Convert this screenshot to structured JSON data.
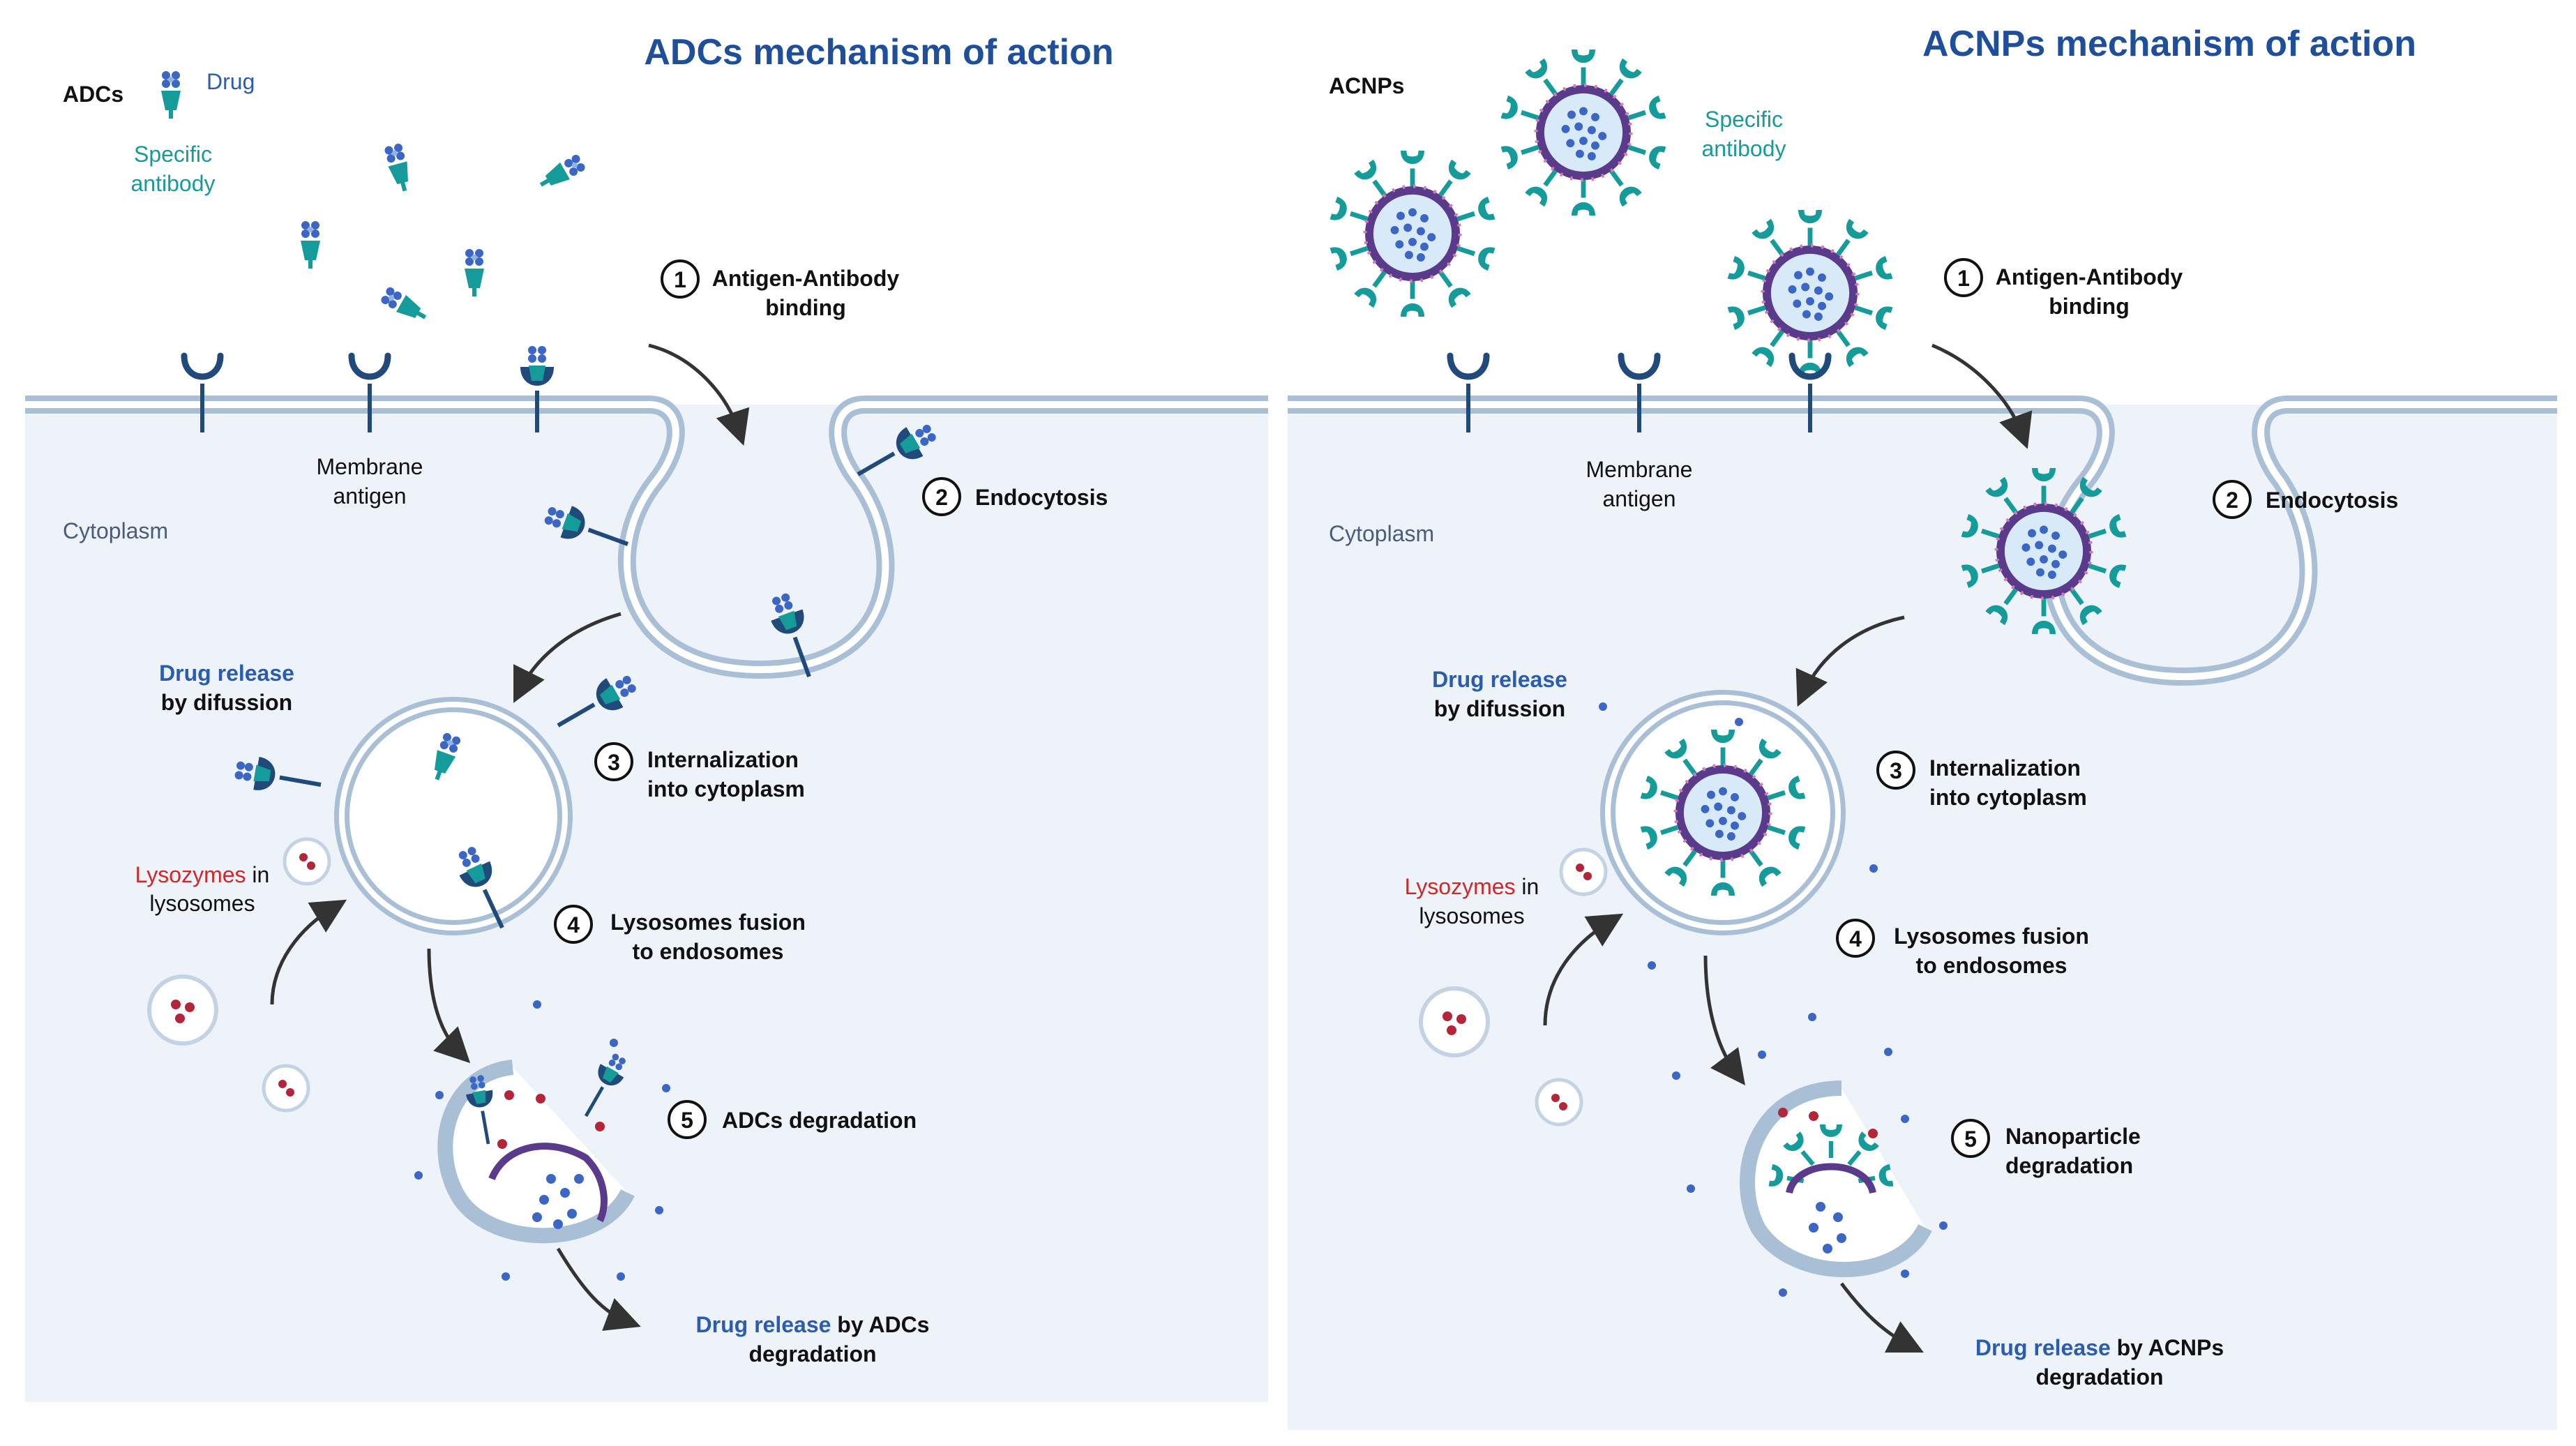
{
  "left": {
    "title": "ADCs mechanism of action",
    "legend_adcs": "ADCs",
    "legend_drug": "Drug",
    "legend_antibody_1": "Specific",
    "legend_antibody_2": "antibody",
    "membrane_1": "Membrane",
    "membrane_2": "antigen",
    "cytoplasm": "Cytoplasm",
    "drug_release_1": "Drug release",
    "drug_release_2": "by difussion",
    "lysozymes_1": "Lysozymes",
    "lysozymes_in": " in",
    "lysozymes_2": "lysosomes",
    "final_1": "Drug release",
    "final_1b": " by ADCs",
    "final_2": "degradation",
    "steps": [
      {
        "num": "1",
        "line1": "Antigen-Antibody",
        "line2": "binding"
      },
      {
        "num": "2",
        "line1": "Endocytosis",
        "line2": ""
      },
      {
        "num": "3",
        "line1": "Internalization",
        "line2": "into cytoplasm"
      },
      {
        "num": "4",
        "line1": "Lysosomes fusion",
        "line2": "to endosomes"
      },
      {
        "num": "5",
        "line1": "ADCs degradation",
        "line2": ""
      }
    ]
  },
  "right": {
    "title": "ACNPs mechanism of action",
    "legend_acnps": "ACNPs",
    "legend_antibody_1": "Specific",
    "legend_antibody_2": "antibody",
    "membrane_1": "Membrane",
    "membrane_2": "antigen",
    "cytoplasm": "Cytoplasm",
    "drug_release_1": "Drug release",
    "drug_release_2": "by difussion",
    "lysozymes_1": "Lysozymes",
    "lysozymes_in": " in",
    "lysozymes_2": "lysosomes",
    "final_1": "Drug release",
    "final_1b": " by ACNPs",
    "final_2": "degradation",
    "steps": [
      {
        "num": "1",
        "line1": "Antigen-Antibody",
        "line2": "binding"
      },
      {
        "num": "2",
        "line1": "Endocytosis",
        "line2": ""
      },
      {
        "num": "3",
        "line1": "Internalization",
        "line2": "into cytoplasm"
      },
      {
        "num": "4",
        "line1": "Lysosomes fusion",
        "line2": "to endosomes"
      },
      {
        "num": "5",
        "line1": "Nanoparticle",
        "line2": "degradation"
      }
    ]
  },
  "colors": {
    "title": "#1f4e9a",
    "cytoplasm_bg": "#eef3fa",
    "membrane": "#a9bfd6",
    "antibody_teal": "#159c9a",
    "antibody_dark": "#1f4a7a",
    "drug_blue": "#3b66c4",
    "lysozyme_red": "#b3263a",
    "nanoparticle_core": "#d8e9f8",
    "nanoparticle_shell": "#5a3a8a"
  }
}
